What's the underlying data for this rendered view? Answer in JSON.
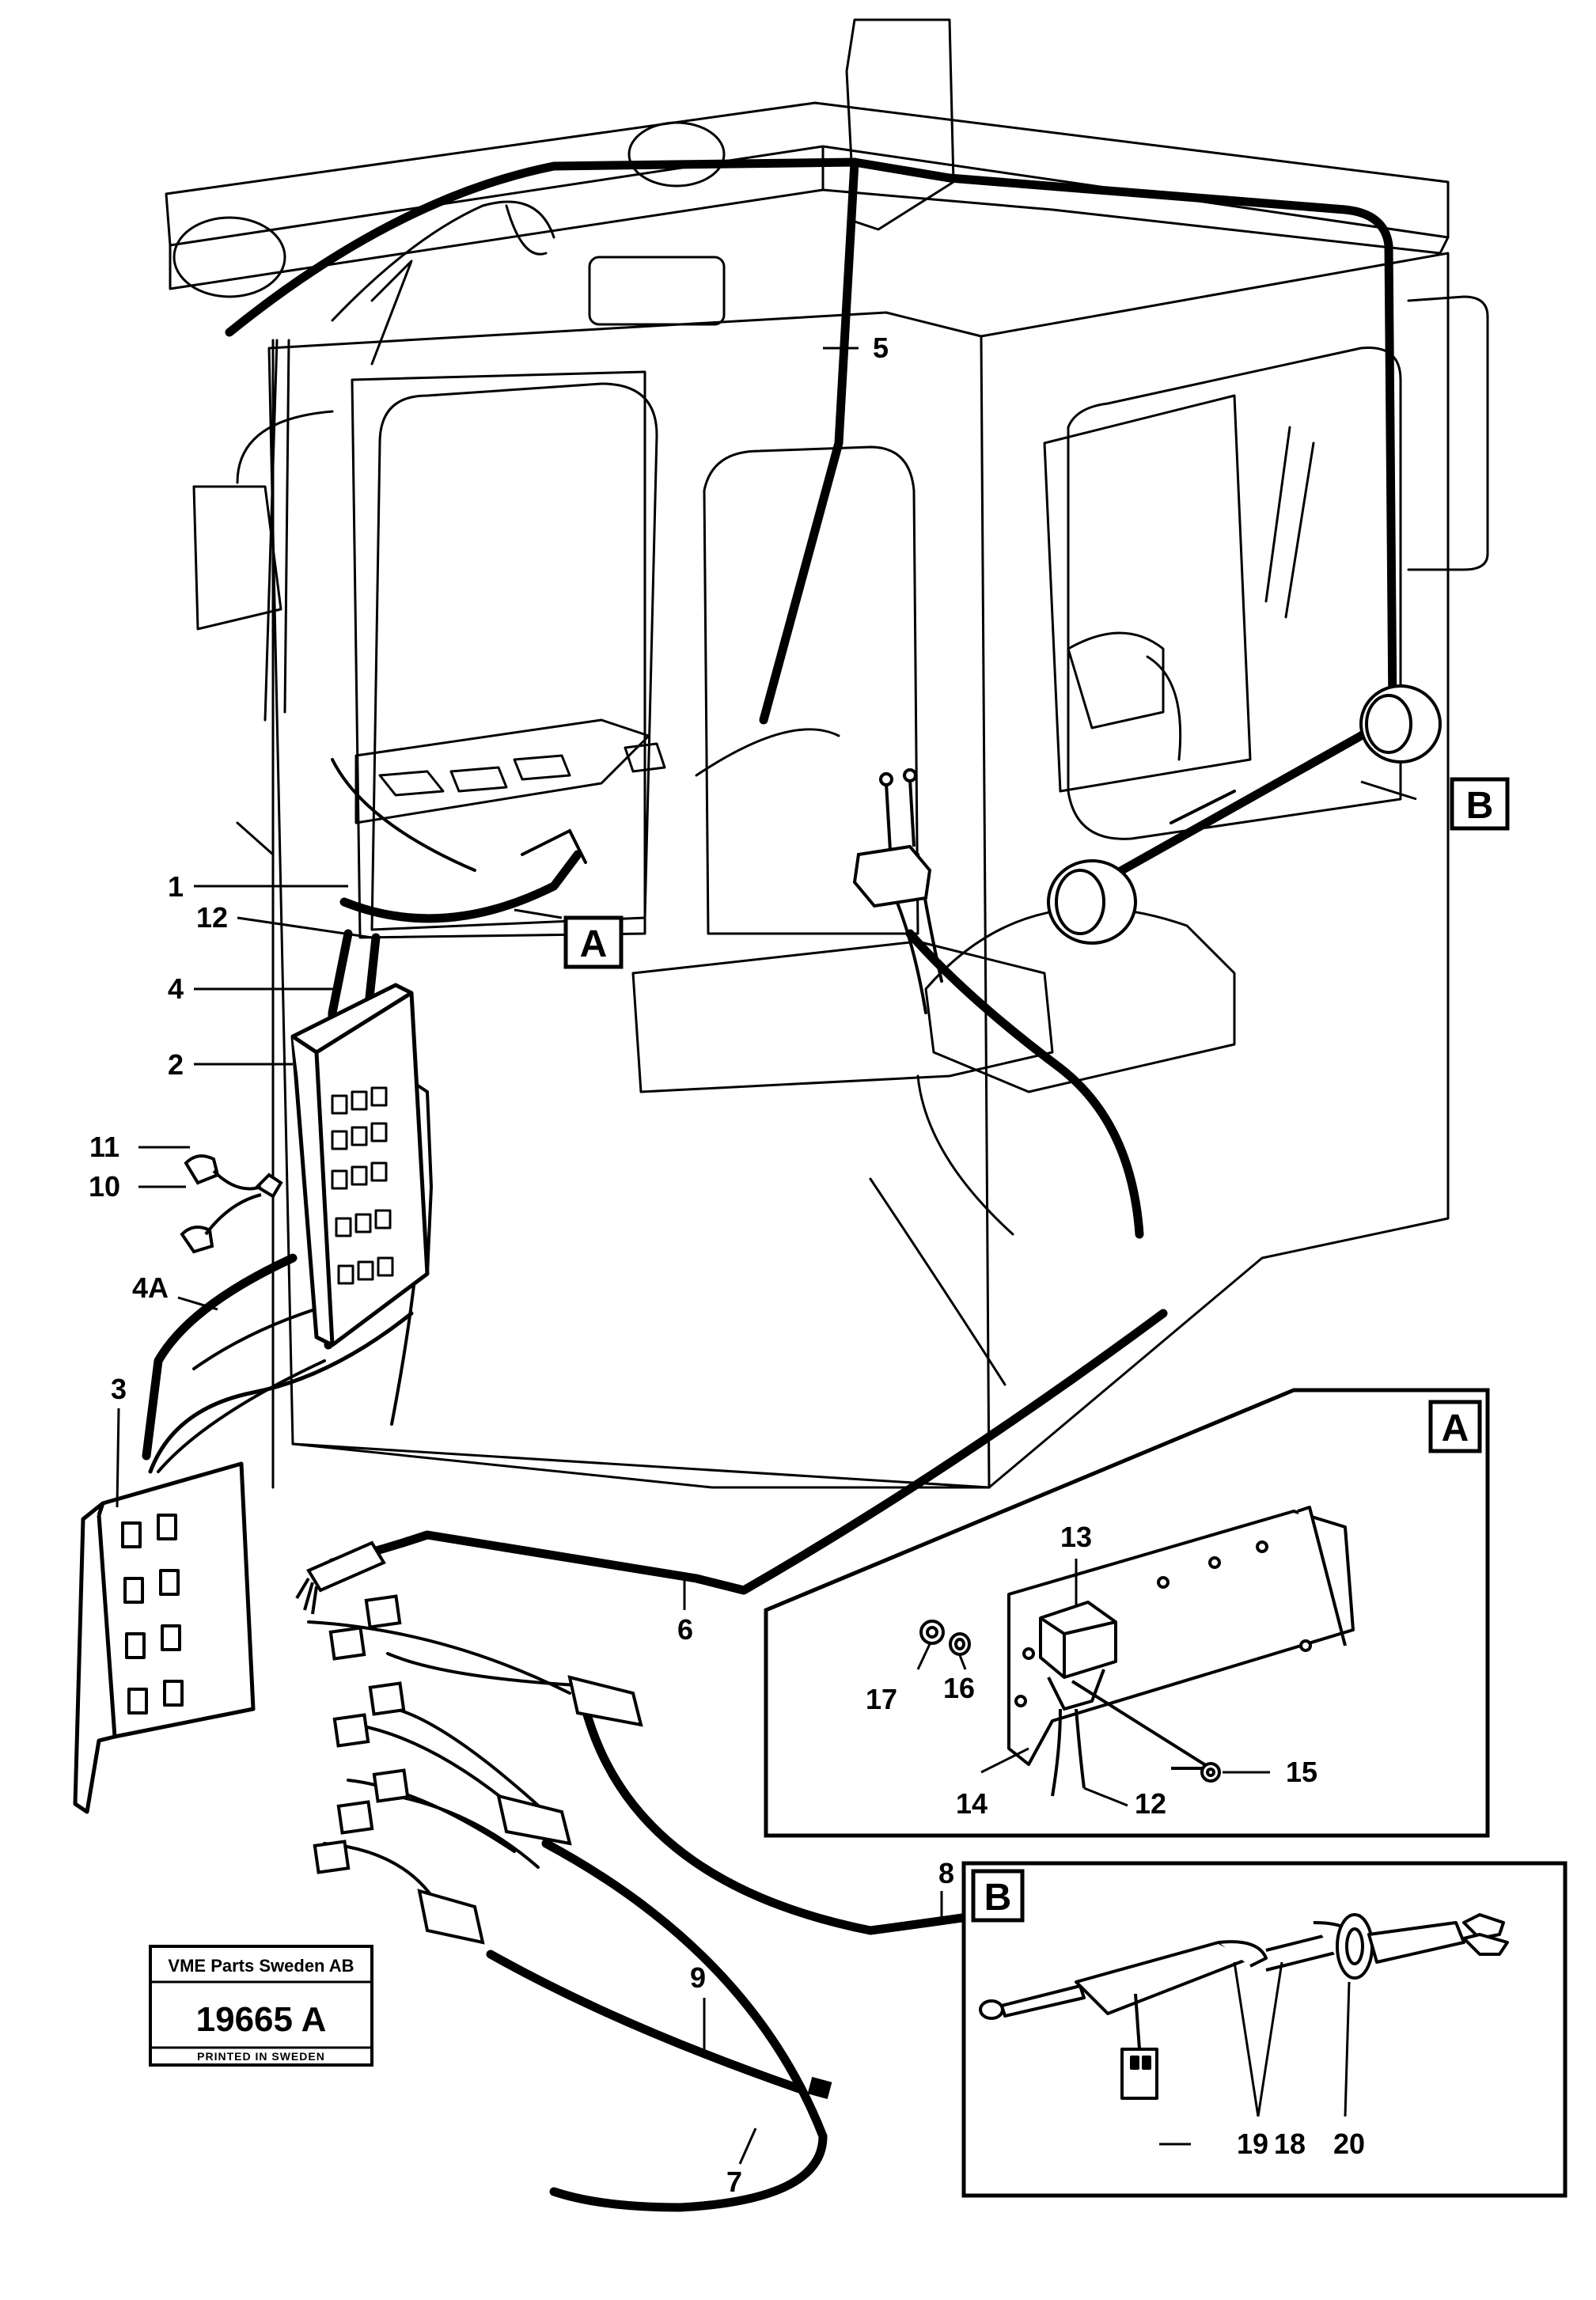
{
  "callouts": {
    "c1": "1",
    "c2": "2",
    "c3": "3",
    "c4": "4",
    "c4a": "4A",
    "c5": "5",
    "c6": "6",
    "c7": "7",
    "c8": "8",
    "c9": "9",
    "c10": "10",
    "c11": "11",
    "c12": "12",
    "c12b": "12",
    "c13": "13",
    "c14": "14",
    "c15": "15",
    "c16": "16",
    "c17": "17",
    "c18": "18",
    "c19": "19",
    "c20": "20"
  },
  "detail_labels": {
    "a_main": "A",
    "b_main": "B",
    "a_detail": "A",
    "b_detail": "B"
  },
  "stamp": {
    "org": "VME Parts Sweden AB",
    "number": "19665 A",
    "footer": "PRINTED IN SWEDEN"
  }
}
